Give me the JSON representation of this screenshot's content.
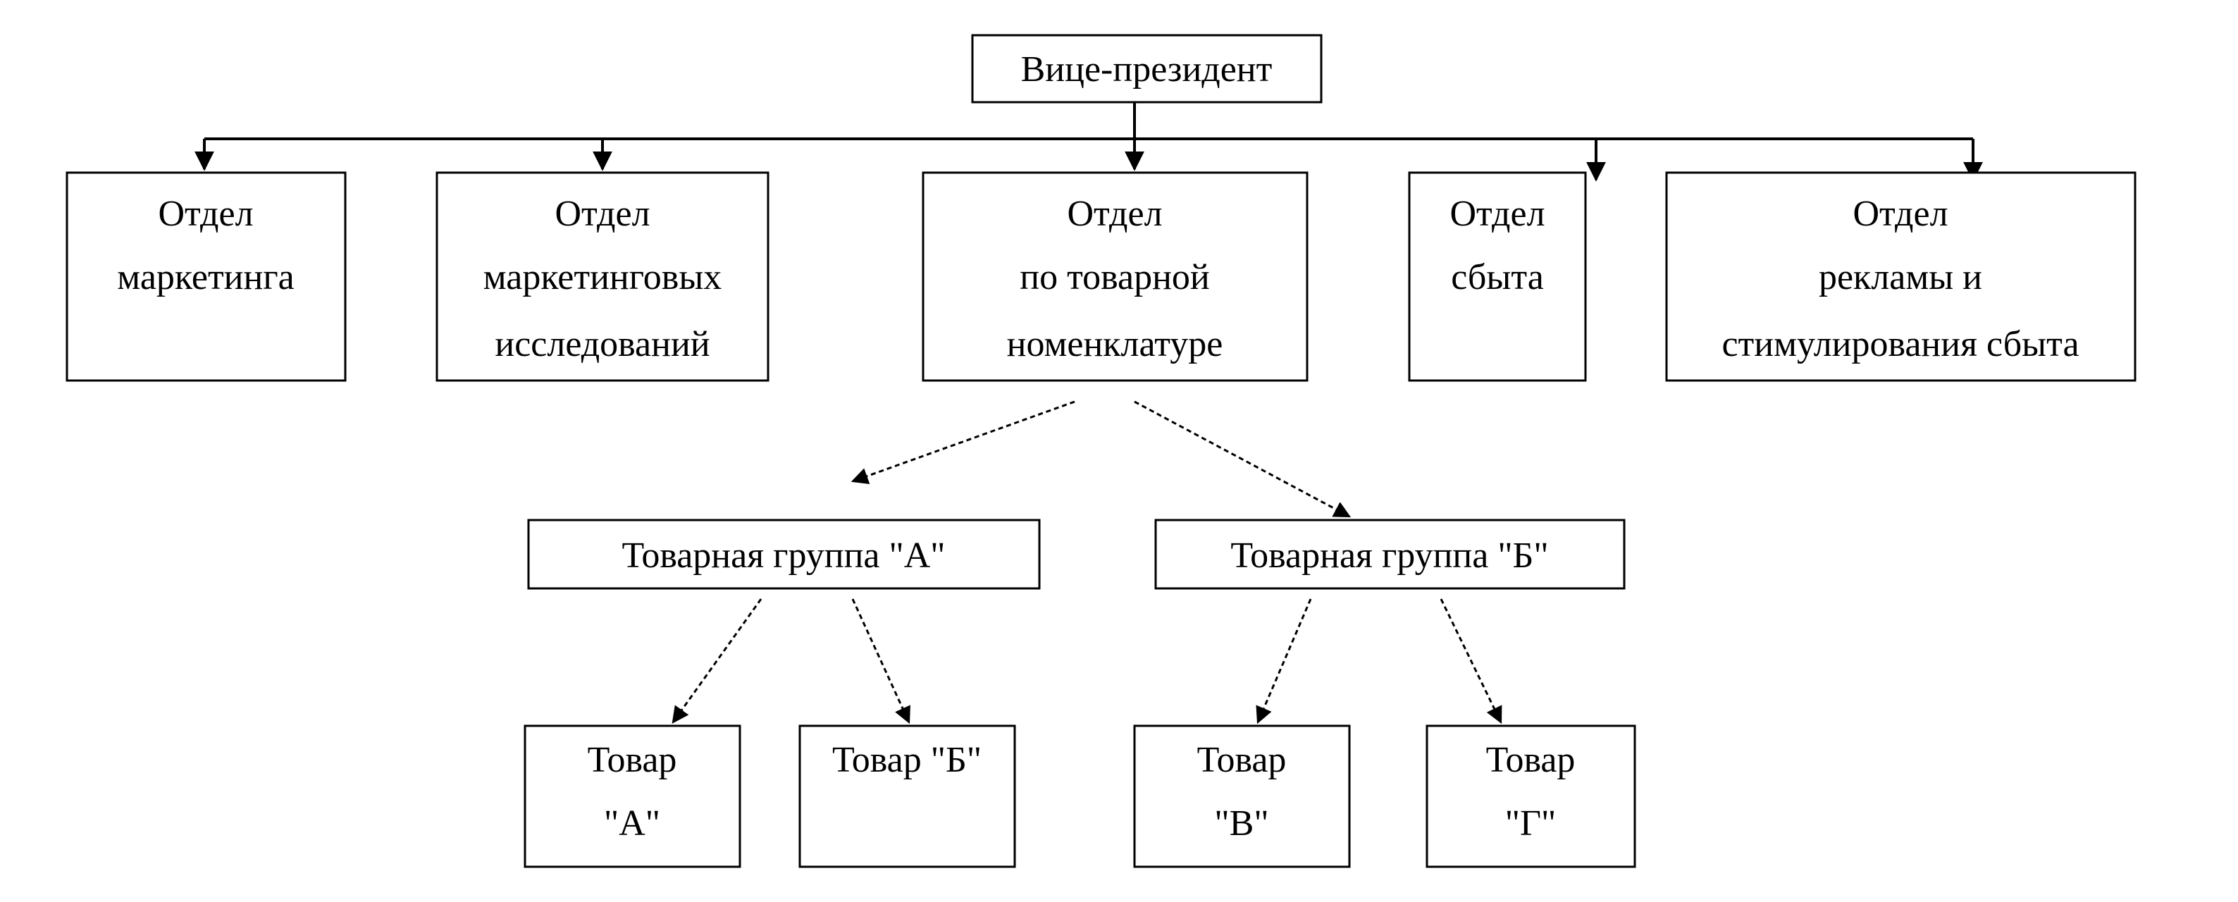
{
  "diagram": {
    "vice_president": "Вице-президент",
    "departments": [
      {
        "line1": "Отдел",
        "line2": "маркетинга",
        "line3": ""
      },
      {
        "line1": "Отдел",
        "line2": "маркетинговых",
        "line3": "исследований"
      },
      {
        "line1": "Отдел",
        "line2": "по товарной",
        "line3": "номенклатуре"
      },
      {
        "line1": "Отдел",
        "line2": "сбыта",
        "line3": ""
      },
      {
        "line1": "Отдел",
        "line2": "рекламы и",
        "line3": "стимулирования сбыта"
      }
    ],
    "groups": [
      {
        "label": "Товарная группа \"А\""
      },
      {
        "label": "Товарная группа \"Б\""
      }
    ],
    "products": [
      {
        "line1": "Товар",
        "line2": "\"А\""
      },
      {
        "line1": "Товар \"Б\"",
        "line2": ""
      },
      {
        "line1": "Товар",
        "line2": "\"В\""
      },
      {
        "line1": "Товар",
        "line2": "\"Г\""
      }
    ]
  }
}
